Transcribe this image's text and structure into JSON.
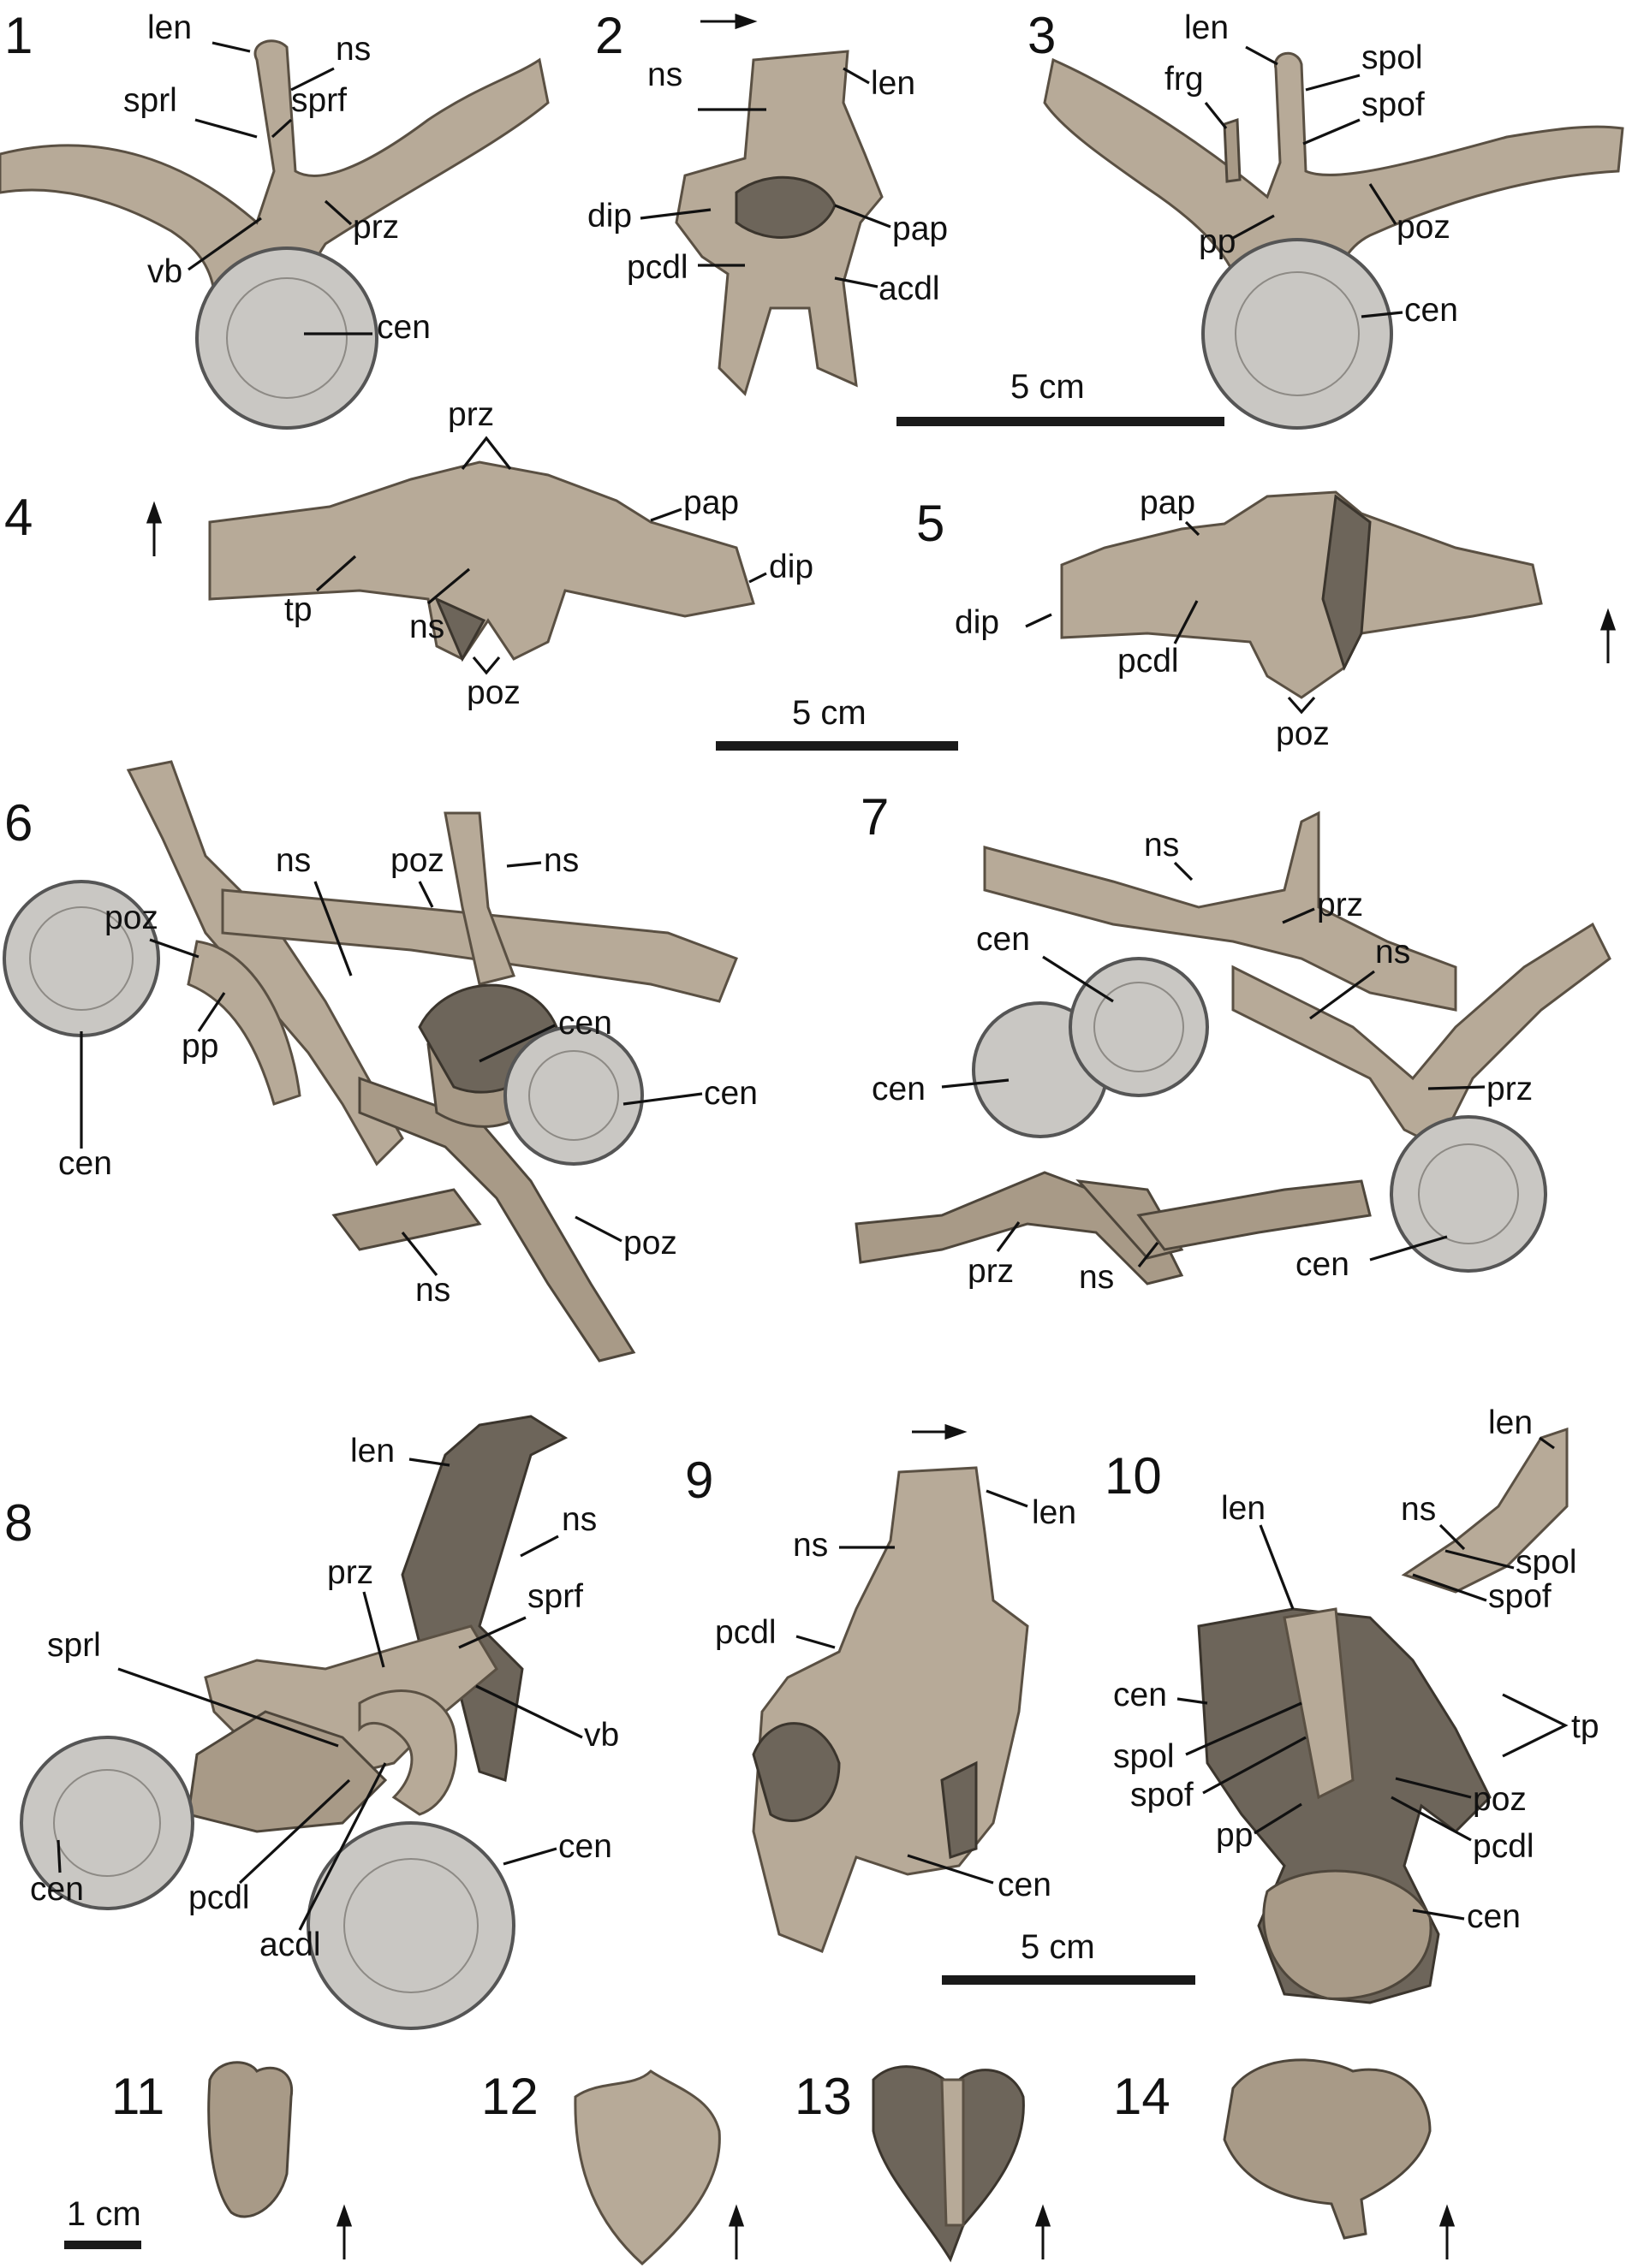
{
  "figure": {
    "panel_numbers": [
      "1",
      "2",
      "3",
      "4",
      "5",
      "6",
      "7",
      "8",
      "9",
      "10",
      "11",
      "12",
      "13",
      "14"
    ],
    "scale_bars": [
      "5 cm",
      "5 cm",
      "5 cm",
      "1 cm"
    ],
    "labels": {
      "p1": [
        "len",
        "ns",
        "sprl",
        "sprf",
        "prz",
        "vb",
        "cen"
      ],
      "p2": [
        "len",
        "ns",
        "dip",
        "pap",
        "pcdl",
        "acdl"
      ],
      "p3": [
        "len",
        "spol",
        "frg",
        "spof",
        "poz",
        "pp",
        "cen"
      ],
      "p4": [
        "prz",
        "pap",
        "dip",
        "tp",
        "ns",
        "poz"
      ],
      "p5": [
        "pap",
        "dip",
        "pcdl",
        "poz"
      ],
      "p6": [
        "poz",
        "ns",
        "poz",
        "ns",
        "cen",
        "cen",
        "pp",
        "cen",
        "poz",
        "ns"
      ],
      "p7": [
        "ns",
        "prz",
        "cen",
        "ns",
        "cen",
        "prz",
        "prz",
        "ns",
        "cen"
      ],
      "p8": [
        "len",
        "prz",
        "ns",
        "sprf",
        "sprl",
        "vb",
        "cen",
        "pcdl",
        "acdl",
        "cen"
      ],
      "p9": [
        "len",
        "ns",
        "pcdl",
        "cen"
      ],
      "p10": [
        "len",
        "len",
        "ns",
        "spol",
        "spof",
        "cen",
        "tp",
        "spol",
        "spof",
        "poz",
        "pp",
        "pcdl",
        "cen"
      ]
    }
  }
}
